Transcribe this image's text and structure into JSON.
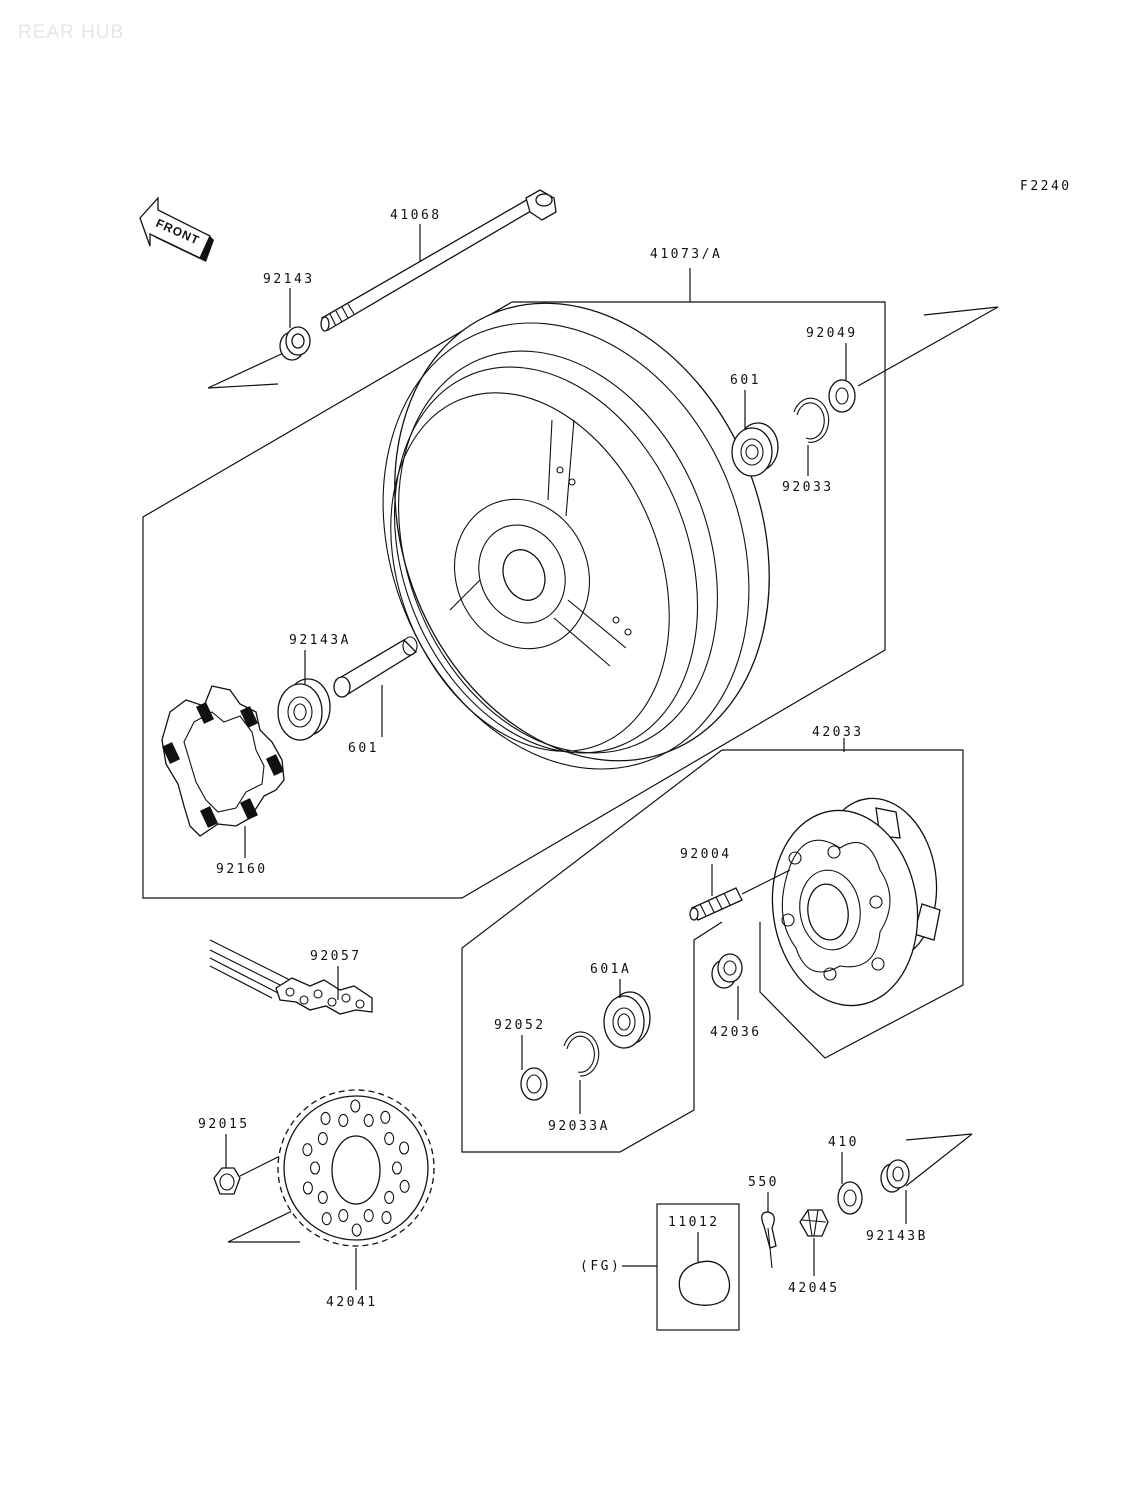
{
  "watermark": "REAR HUB",
  "figure_code": "F2240",
  "front_arrow_label": "FRONT",
  "parts": [
    {
      "key": "axle",
      "number": "41068"
    },
    {
      "key": "collar_left",
      "number": "92143"
    },
    {
      "key": "wheel",
      "number": "41073/A"
    },
    {
      "key": "collar_right",
      "number": "92049"
    },
    {
      "key": "bearing_right",
      "number": "601"
    },
    {
      "key": "circlip_right",
      "number": "92033"
    },
    {
      "key": "bearing_left",
      "number": "601"
    },
    {
      "key": "spacer",
      "number": "92143A"
    },
    {
      "key": "damper",
      "number": "92160"
    },
    {
      "key": "coupling",
      "number": "42033"
    },
    {
      "key": "stud",
      "number": "92004"
    },
    {
      "key": "chain",
      "number": "92057"
    },
    {
      "key": "bearing_coupling",
      "number": "601A"
    },
    {
      "key": "seal",
      "number": "92052"
    },
    {
      "key": "circlip_coupling",
      "number": "92033A"
    },
    {
      "key": "collar_coupling",
      "number": "42036"
    },
    {
      "key": "nut_sprocket",
      "number": "92015"
    },
    {
      "key": "sprocket",
      "number": "42041"
    },
    {
      "key": "axle_nut_washer",
      "number": "410"
    },
    {
      "key": "collar_b",
      "number": "92143B"
    },
    {
      "key": "cotter_pin",
      "number": "550"
    },
    {
      "key": "axle_nut",
      "number": "42045"
    },
    {
      "key": "grease",
      "number": "11012"
    }
  ],
  "grease_model_label": "(FG)"
}
